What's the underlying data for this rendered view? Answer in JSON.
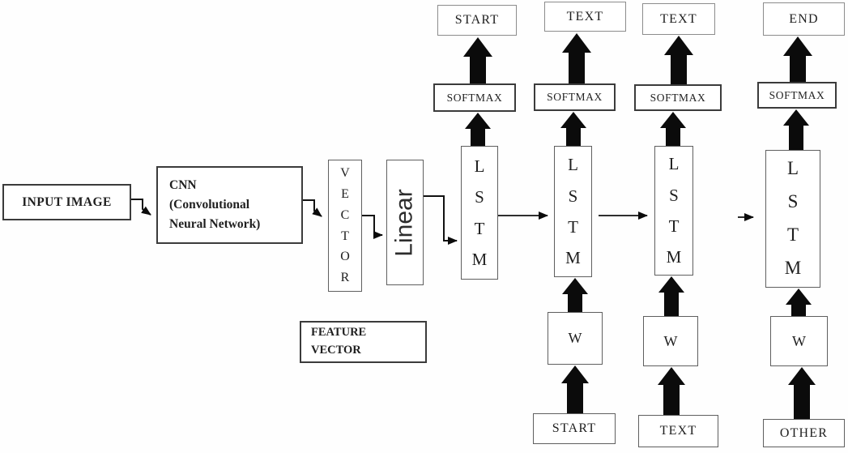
{
  "pipeline": {
    "input_image": "INPUT IMAGE",
    "cnn": "CNN\n(Convolutional\nNeural Network)",
    "vector": "V\nE\nC\nT\nO\nR",
    "linear": "Linear",
    "feature_vector": "FEATURE\nVECTOR"
  },
  "columns": [
    {
      "output": "START",
      "softmax": "SOFTMAX",
      "cell": "L\nS\nT\nM"
    },
    {
      "output": "TEXT",
      "softmax": "SOFTMAX",
      "cell": "L\nS\nT\nM",
      "embed": "W",
      "input": "START"
    },
    {
      "output": "TEXT",
      "softmax": "SOFTMAX",
      "cell": "L\nS\nT\nM",
      "embed": "W",
      "input": "TEXT"
    },
    {
      "output": "END",
      "softmax": "SOFTMAX",
      "cell": "L\nS\nT\nM",
      "embed": "W",
      "input": "OTHER"
    }
  ],
  "colors": {
    "background": "#ffffff",
    "box_fill": "#ffffff",
    "heavy_border": "#3b3b3b",
    "light_border": "#8c8c8c",
    "arrow": "#0b0b0b",
    "text": "#1c1c1c"
  }
}
